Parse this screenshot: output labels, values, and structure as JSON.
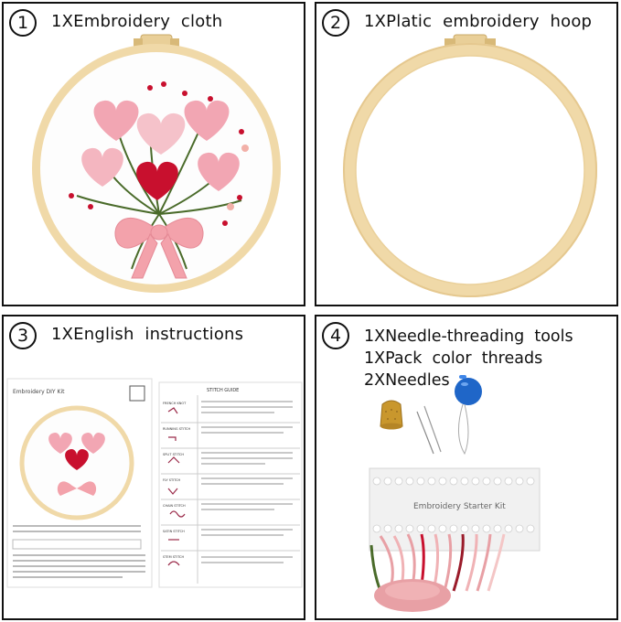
{
  "panels": [
    {
      "number": "1",
      "title": "1XEmbroidery  cloth"
    },
    {
      "number": "2",
      "title": "1XPlatic  embroidery  hoop"
    },
    {
      "number": "3",
      "title": "1XEnglish  instructions"
    },
    {
      "number": "4",
      "titles": [
        "1XNeedle-threading  tools",
        "1XPack  color  threads",
        "2XNeedles"
      ]
    }
  ],
  "booklet": {
    "cover_title": "Embroidery DIY Kit",
    "guide_title": "STITCH GUIDE",
    "stitches": [
      "FRENCH KNOT",
      "RUNNING STITCH",
      "SPLIT STITCH",
      "FLY STITCH",
      "CHAIN STITCH",
      "SATIN STITCH",
      "STEM STITCH"
    ]
  },
  "starter_kit": {
    "label": "Embroidery Starter Kit"
  },
  "colors": {
    "border": "#111111",
    "hoop_wood": "#f0d9a8",
    "heart_red": "#c8102e",
    "heart_pink": "#f2a6b3",
    "ribbon_pink": "#f3a2ab",
    "thread_pink": "#e8a0a5",
    "threader_blue": "#1f66c8",
    "thimble_gold": "#c9972d"
  }
}
